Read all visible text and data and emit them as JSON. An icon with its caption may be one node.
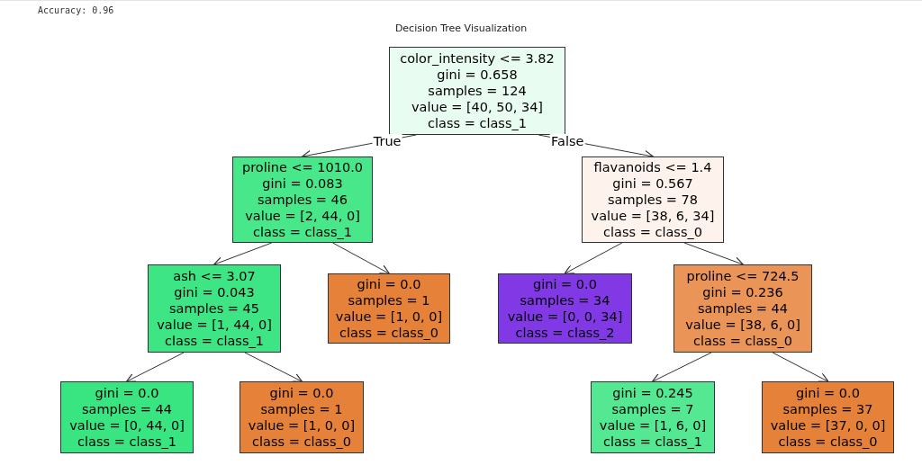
{
  "diagram": {
    "title": "Decision Tree Visualization",
    "nodes": [
      {
        "text": [
          "color_intensity <= 3.82",
          "gini = 0.658",
          "samples = 124",
          "value = [40, 50, 34]",
          "class = class_1"
        ]
      },
      {
        "text": [
          "proline <= 1010.0",
          "gini = 0.083",
          "samples = 46",
          "value = [2, 44, 0]",
          "class = class_1"
        ]
      },
      {
        "text": [
          "flavanoids <= 1.4",
          "gini = 0.567",
          "samples = 78",
          "value = [38, 6, 34]",
          "class = class_0"
        ]
      },
      {
        "text": [
          "ash <= 3.07",
          "gini = 0.043",
          "samples = 45",
          "value = [1, 44, 0]",
          "class = class_1"
        ]
      },
      {
        "text": [
          "gini = 0.0",
          "samples = 1",
          "value = [1, 0, 0]",
          "class = class_0"
        ]
      },
      {
        "text": [
          "gini = 0.0",
          "samples = 34",
          "value = [0, 0, 34]",
          "class = class_2"
        ]
      },
      {
        "text": [
          "proline <= 724.5",
          "gini = 0.236",
          "samples = 44",
          "value = [38, 6, 0]",
          "class = class_0"
        ]
      },
      {
        "text": [
          "gini = 0.0",
          "samples = 44",
          "value = [0, 44, 0]",
          "class = class_1"
        ]
      },
      {
        "text": [
          "gini = 0.0",
          "samples = 1",
          "value = [1, 0, 0]",
          "class = class_0"
        ]
      },
      {
        "text": [
          "gini = 0.245",
          "samples = 7",
          "value = [1, 6, 0]",
          "class = class_1"
        ]
      },
      {
        "text": [
          "gini = 0.0",
          "samples = 37",
          "value = [37, 0, 0]",
          "class = class_0"
        ]
      }
    ],
    "edges": [
      {
        "from": 0,
        "to": 1,
        "arrow": "to",
        "label": "True"
      },
      {
        "from": 0,
        "to": 2,
        "arrow": "to",
        "label": "False"
      },
      {
        "from": 1,
        "to": 3,
        "arrow": "to"
      },
      {
        "from": 1,
        "to": 4,
        "arrow": "to"
      },
      {
        "from": 2,
        "to": 5,
        "arrow": "to"
      },
      {
        "from": 2,
        "to": 6,
        "arrow": "to"
      },
      {
        "from": 3,
        "to": 7,
        "arrow": "to"
      },
      {
        "from": 3,
        "to": 8,
        "arrow": "to"
      },
      {
        "from": 6,
        "to": 9,
        "arrow": "to"
      },
      {
        "from": 6,
        "to": 10,
        "arrow": "to"
      }
    ],
    "labels": [
      "Accuracy: 0.96"
    ]
  }
}
